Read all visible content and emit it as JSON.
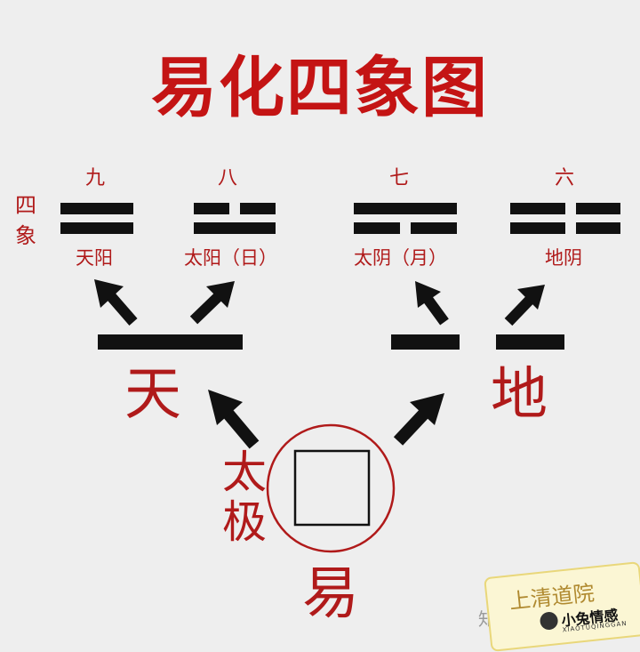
{
  "title": "易化四象图",
  "side_label": "四象",
  "four_images": [
    {
      "number": "九",
      "name": "天阳"
    },
    {
      "number": "八",
      "name": "太阳（日）"
    },
    {
      "number": "七",
      "name": "太阴（月）"
    },
    {
      "number": "六",
      "name": "地阴"
    }
  ],
  "heaven": "天",
  "earth": "地",
  "taiji": [
    "太",
    "极"
  ],
  "yi": "易",
  "watermark": {
    "platform": "知乎",
    "faded_text": "上清道院",
    "brand": "小兔情感",
    "brand_sub": "XIAOTUQINGGAN"
  },
  "colors": {
    "red": "#b01a1a",
    "title_red": "#c41414",
    "ink": "#111111",
    "background": "#eeeeee"
  }
}
